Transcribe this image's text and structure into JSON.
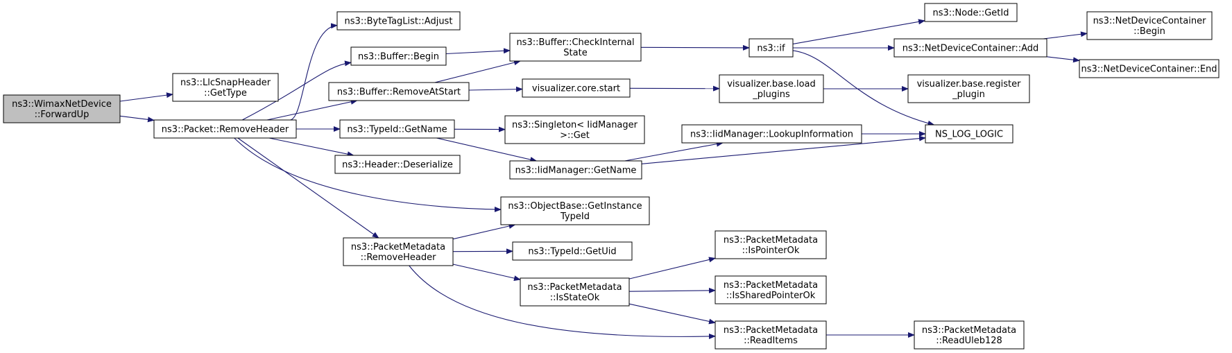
{
  "graph": {
    "edge_color": "#191970",
    "root_fill": "#bfbfbf",
    "nodes": [
      {
        "id": "root",
        "lines": [
          "ns3::WimaxNetDevice",
          "::ForwardUp"
        ],
        "root": true
      },
      {
        "id": "llc",
        "lines": [
          "ns3::LlcSnapHeader",
          "::GetType"
        ]
      },
      {
        "id": "rh",
        "lines": [
          "ns3::Packet::RemoveHeader"
        ]
      },
      {
        "id": "bta",
        "lines": [
          "ns3::ByteTagList::Adjust"
        ]
      },
      {
        "id": "bb",
        "lines": [
          "ns3::Buffer::Begin"
        ]
      },
      {
        "id": "bras",
        "lines": [
          "ns3::Buffer::RemoveAtStart"
        ]
      },
      {
        "id": "tgn",
        "lines": [
          "ns3::TypeId::GetName"
        ]
      },
      {
        "id": "hd",
        "lines": [
          "ns3::Header::Deserialize"
        ]
      },
      {
        "id": "bcis",
        "lines": [
          "ns3::Buffer::CheckInternal",
          "State"
        ]
      },
      {
        "id": "vcs",
        "lines": [
          "visualizer.core.start"
        ]
      },
      {
        "id": "sg",
        "lines": [
          "ns3::Singleton< IidManager",
          ">::Get"
        ]
      },
      {
        "id": "iidgn",
        "lines": [
          "ns3::IidManager::GetName"
        ]
      },
      {
        "id": "obgit",
        "lines": [
          "ns3::ObjectBase::GetInstance",
          "TypeId"
        ]
      },
      {
        "id": "pmrh",
        "lines": [
          "ns3::PacketMetadata",
          "::RemoveHeader"
        ]
      },
      {
        "id": "tgu",
        "lines": [
          "ns3::TypeId::GetUid"
        ]
      },
      {
        "id": "pmiso",
        "lines": [
          "ns3::PacketMetadata",
          "::IsStateOk"
        ]
      },
      {
        "id": "nsif",
        "lines": [
          "ns3::if"
        ]
      },
      {
        "id": "vblp",
        "lines": [
          "visualizer.base.load",
          "_plugins"
        ]
      },
      {
        "id": "iidli",
        "lines": [
          "ns3::IidManager::LookupInformation"
        ]
      },
      {
        "id": "pmipo",
        "lines": [
          "ns3::PacketMetadata",
          "::IsPointerOk"
        ]
      },
      {
        "id": "pmispo",
        "lines": [
          "ns3::PacketMetadata",
          "::IsSharedPointerOk"
        ]
      },
      {
        "id": "pmri",
        "lines": [
          "ns3::PacketMetadata",
          "::ReadItems"
        ]
      },
      {
        "id": "ngi",
        "lines": [
          "ns3::Node::GetId"
        ]
      },
      {
        "id": "ndca",
        "lines": [
          "ns3::NetDeviceContainer::Add"
        ]
      },
      {
        "id": "vbrp",
        "lines": [
          "visualizer.base.register",
          "_plugin"
        ]
      },
      {
        "id": "nll",
        "lines": [
          "NS_LOG_LOGIC"
        ]
      },
      {
        "id": "pmru",
        "lines": [
          "ns3::PacketMetadata",
          "::ReadUleb128"
        ]
      },
      {
        "id": "ndcb",
        "lines": [
          "ns3::NetDeviceContainer",
          "::Begin"
        ]
      },
      {
        "id": "ndce",
        "lines": [
          "ns3::NetDeviceContainer::End"
        ]
      }
    ],
    "edges": [
      [
        "root",
        "llc"
      ],
      [
        "root",
        "rh"
      ],
      [
        "rh",
        "bta"
      ],
      [
        "rh",
        "bb"
      ],
      [
        "rh",
        "bras"
      ],
      [
        "rh",
        "tgn"
      ],
      [
        "rh",
        "hd"
      ],
      [
        "rh",
        "obgit"
      ],
      [
        "rh",
        "pmrh"
      ],
      [
        "bb",
        "bcis"
      ],
      [
        "bras",
        "bcis"
      ],
      [
        "bras",
        "vcs"
      ],
      [
        "tgn",
        "sg"
      ],
      [
        "tgn",
        "iidgn"
      ],
      [
        "bcis",
        "nsif"
      ],
      [
        "vcs",
        "vblp"
      ],
      [
        "vblp",
        "vbrp"
      ],
      [
        "iidgn",
        "iidli"
      ],
      [
        "iidgn",
        "nll"
      ],
      [
        "iidli",
        "nll"
      ],
      [
        "nsif",
        "ngi"
      ],
      [
        "nsif",
        "ndca"
      ],
      [
        "nsif",
        "nll"
      ],
      [
        "ndca",
        "ndcb"
      ],
      [
        "ndca",
        "ndce"
      ],
      [
        "pmrh",
        "obgit"
      ],
      [
        "pmrh",
        "tgu"
      ],
      [
        "pmrh",
        "pmiso"
      ],
      [
        "pmrh",
        "pmri"
      ],
      [
        "pmiso",
        "pmipo"
      ],
      [
        "pmiso",
        "pmispo"
      ],
      [
        "pmiso",
        "pmri"
      ],
      [
        "pmri",
        "pmru"
      ]
    ]
  }
}
